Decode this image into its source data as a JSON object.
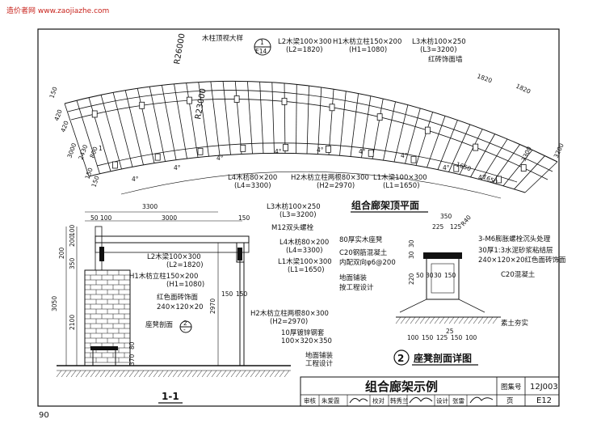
{
  "watermark": "造价者网 www.zaojiazhe.com",
  "page_number": "90",
  "plan": {
    "title": "组合廊架顶平面",
    "detail_title": "木柱顶视大样",
    "detail_symbol_top": "1",
    "detail_symbol_bottom": "E14",
    "radius_outer": "R26000",
    "radius_inner": "R23000",
    "labels": [
      {
        "text": "L2木梁100×300",
        "sub": "(L2=1820)"
      },
      {
        "text": "H1木枋立柱150×200",
        "sub": "(H1=1080)"
      },
      {
        "text": "L3木枋100×250",
        "sub": "(L3=3200)"
      },
      {
        "text": "红砖饰面墙",
        "sub": ""
      },
      {
        "text": "L4木枋80×200",
        "sub": "(L4=3300)"
      },
      {
        "text": "H2木枋立柱两根80×300",
        "sub": "(H2=2970)"
      },
      {
        "text": "L1木梁100×300",
        "sub": "(L1=1650)"
      }
    ],
    "dims_left": [
      "150",
      "420",
      "420",
      "3000",
      "2430",
      "150",
      "150",
      "1",
      "800"
    ],
    "dims_right": [
      "1820",
      "1820",
      "3300",
      "3200",
      "1650",
      "1650"
    ],
    "angles": [
      "4°",
      "4°",
      "4°",
      "4°",
      "4°",
      "4°",
      "4°",
      "4°",
      "4°"
    ]
  },
  "section": {
    "title": "1-1",
    "dims_top": [
      "3300",
      "50",
      "100",
      "3000",
      "150"
    ],
    "dims_left": [
      "100",
      "200",
      "200",
      "350",
      "3050",
      "2100",
      "370",
      "80"
    ],
    "dims_mid": [
      "2970",
      "150",
      "150"
    ],
    "labels": [
      {
        "text": "L3木枋100×250",
        "sub": "(L3=3200)"
      },
      {
        "text": "M12双头螺栓",
        "sub": ""
      },
      {
        "text": "L4木枋80×200",
        "sub": "(L4=3300)"
      },
      {
        "text": "L1木梁100×300",
        "sub": "(L1=1650)"
      },
      {
        "text": "L2木梁100×300",
        "sub": "(L2=1820)"
      },
      {
        "text": "H1木枋立柱150×200",
        "sub": "(H1=1080)"
      },
      {
        "text": "红色面砖饰面",
        "sub": "240×120×20"
      },
      {
        "text": "座凳剖面",
        "sub": ""
      },
      {
        "text": "H2木枋立柱两根80×300",
        "sub": "(H2=2970)"
      },
      {
        "text": "10厚镀锌钢套",
        "sub": "100×320×350"
      },
      {
        "text": "地面铺装",
        "sub": "工程设计"
      }
    ],
    "callout_top": "2",
    "callout_bottom": "-"
  },
  "bench": {
    "title": "座凳剖面详图",
    "number": "2",
    "dims": [
      "350",
      "225",
      "125",
      "R40",
      "30",
      "30",
      "220",
      "50",
      "30",
      "30",
      "150",
      "100",
      "150",
      "125",
      "150",
      "100",
      "25"
    ],
    "labels_left": [
      "80厚实木座凳",
      "C20钢筋混凝土",
      "内配双向φ6@200",
      "地面铺装",
      "按工程设计"
    ],
    "labels_right": [
      "3-M6膨胀螺栓沉头处理",
      "30厚1:3水泥砂浆粘结层",
      "240×120×20红色面砖饰面",
      "C20混凝土",
      "素土夯实"
    ]
  },
  "title_block": {
    "title": "组合廊架示例",
    "atlas_label": "图集号",
    "atlas_value": "12J003",
    "page_label": "页",
    "page_value": "E12",
    "review_label": "审核",
    "review_name": "朱爱霞",
    "check_label": "校对",
    "check_name": "韩秀兰",
    "design_label": "设计",
    "design_name": "张雷"
  }
}
